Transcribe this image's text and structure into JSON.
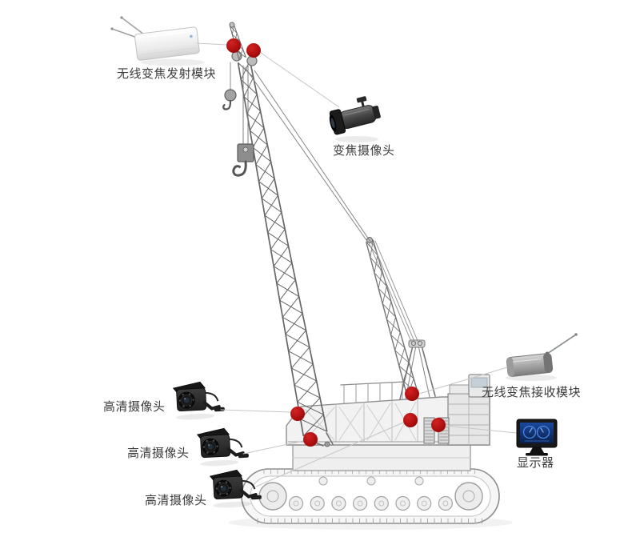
{
  "diagram": {
    "labels": {
      "transmitter": "无线变焦发射模块",
      "zoom_camera": "变焦摄像头",
      "receiver": "无线变焦接收模块",
      "monitor": "显示器",
      "hd_camera_1": "高清摄像头",
      "hd_camera_2": "高清摄像头",
      "hd_camera_3": "高清摄像头"
    },
    "colors": {
      "marker_red": "#a50c0c",
      "connector_gray": "#c6c6c6",
      "label_text": "#3d3d3d",
      "monitor_screen_blue": "#12316b",
      "crane_line_gray": "#6b6b6b"
    }
  }
}
